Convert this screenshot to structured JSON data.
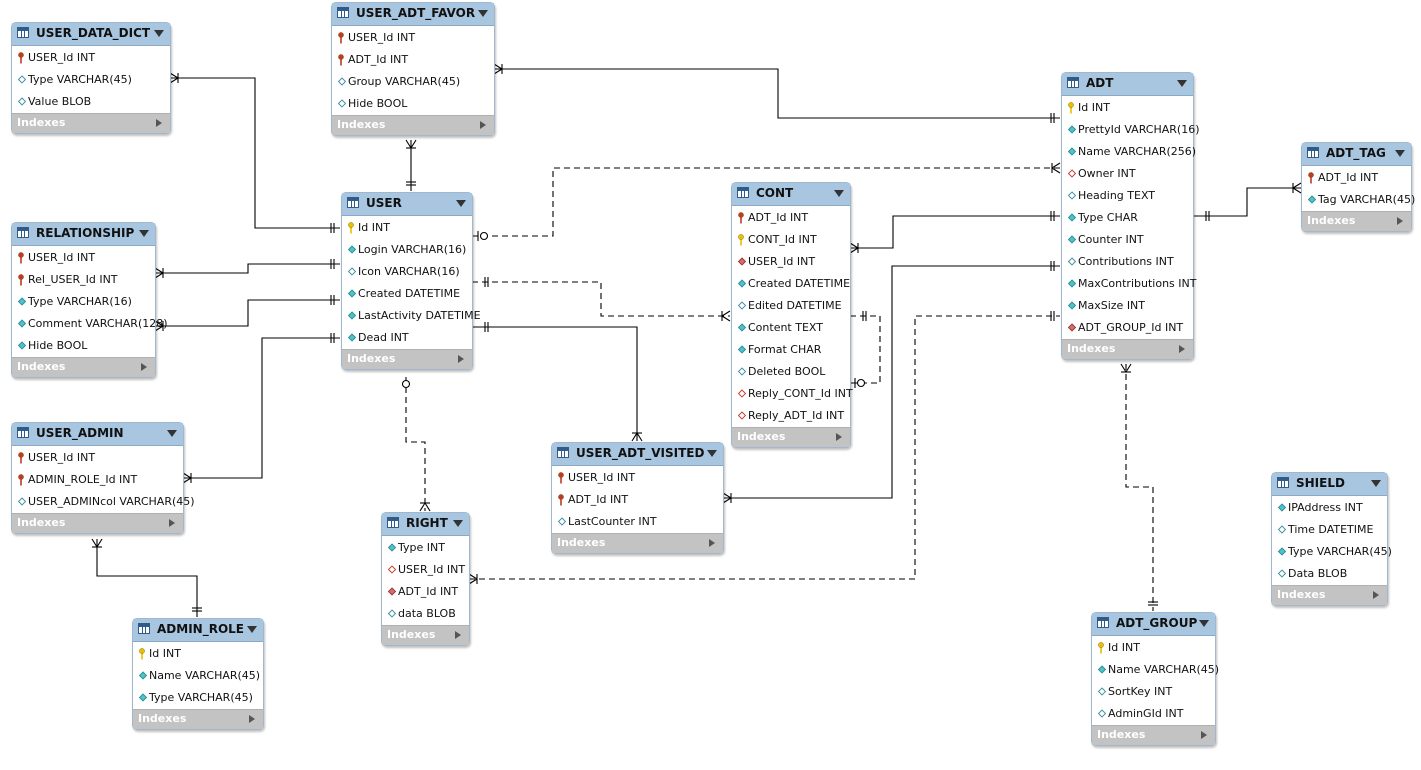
{
  "indexes_label": "Indexes",
  "colors": {
    "header_bg": "#a9c6e0",
    "indexes_bg": "#c3c3c3",
    "line": "#000000",
    "key_pk": "#e8c000",
    "key_fk": "#c0392b",
    "col_notnull": "#4fc3c8",
    "col_nullable": "#ffffff"
  },
  "tables": [
    {
      "id": "user_data_dict",
      "name": "USER_DATA_DICT",
      "columns": [
        {
          "text": "USER_Id INT",
          "icon": "fk-key-icon"
        },
        {
          "text": "Type VARCHAR(45)",
          "icon": "nullable-column-icon"
        },
        {
          "text": "Value BLOB",
          "icon": "nullable-column-icon"
        }
      ]
    },
    {
      "id": "user_adt_favor",
      "name": "USER_ADT_FAVOR",
      "columns": [
        {
          "text": "USER_Id INT",
          "icon": "fk-key-icon"
        },
        {
          "text": "ADT_Id INT",
          "icon": "fk-key-icon"
        },
        {
          "text": "Group VARCHAR(45)",
          "icon": "nullable-column-icon"
        },
        {
          "text": "Hide BOOL",
          "icon": "nullable-column-icon"
        }
      ]
    },
    {
      "id": "adt",
      "name": "ADT",
      "columns": [
        {
          "text": "Id INT",
          "icon": "primary-key-icon"
        },
        {
          "text": "PrettyId VARCHAR(16)",
          "icon": "not-null-column-icon"
        },
        {
          "text": "Name VARCHAR(256)",
          "icon": "not-null-column-icon"
        },
        {
          "text": "Owner INT",
          "icon": "fk-column-icon"
        },
        {
          "text": "Heading TEXT",
          "icon": "nullable-column-icon"
        },
        {
          "text": "Type CHAR",
          "icon": "not-null-column-icon"
        },
        {
          "text": "Counter INT",
          "icon": "not-null-column-icon"
        },
        {
          "text": "Contributions INT",
          "icon": "nullable-column-icon"
        },
        {
          "text": "MaxContributions INT",
          "icon": "not-null-column-icon"
        },
        {
          "text": "MaxSize INT",
          "icon": "not-null-column-icon"
        },
        {
          "text": "ADT_GROUP_Id INT",
          "icon": "fk-notnull-column-icon"
        }
      ]
    },
    {
      "id": "adt_tag",
      "name": "ADT_TAG",
      "columns": [
        {
          "text": "ADT_Id INT",
          "icon": "fk-key-icon"
        },
        {
          "text": "Tag VARCHAR(45)",
          "icon": "not-null-column-icon"
        }
      ]
    },
    {
      "id": "relationship",
      "name": "RELATIONSHIP",
      "columns": [
        {
          "text": "USER_Id INT",
          "icon": "fk-key-icon"
        },
        {
          "text": "Rel_USER_Id INT",
          "icon": "fk-key-icon"
        },
        {
          "text": "Type VARCHAR(16)",
          "icon": "not-null-column-icon"
        },
        {
          "text": "Comment VARCHAR(128)",
          "icon": "not-null-column-icon"
        },
        {
          "text": "Hide BOOL",
          "icon": "not-null-column-icon"
        }
      ]
    },
    {
      "id": "user",
      "name": "USER",
      "columns": [
        {
          "text": "Id INT",
          "icon": "primary-key-icon"
        },
        {
          "text": "Login VARCHAR(16)",
          "icon": "not-null-column-icon"
        },
        {
          "text": "Icon VARCHAR(16)",
          "icon": "nullable-column-icon"
        },
        {
          "text": "Created DATETIME",
          "icon": "not-null-column-icon"
        },
        {
          "text": "LastActivity DATETIME",
          "icon": "not-null-column-icon"
        },
        {
          "text": "Dead INT",
          "icon": "not-null-column-icon"
        }
      ]
    },
    {
      "id": "cont",
      "name": "CONT",
      "columns": [
        {
          "text": "ADT_Id INT",
          "icon": "fk-key-icon"
        },
        {
          "text": "CONT_Id INT",
          "icon": "primary-key-icon"
        },
        {
          "text": "USER_Id INT",
          "icon": "fk-notnull-column-icon"
        },
        {
          "text": "Created DATETIME",
          "icon": "not-null-column-icon"
        },
        {
          "text": "Edited DATETIME",
          "icon": "nullable-column-icon"
        },
        {
          "text": "Content TEXT",
          "icon": "not-null-column-icon"
        },
        {
          "text": "Format CHAR",
          "icon": "not-null-column-icon"
        },
        {
          "text": "Deleted BOOL",
          "icon": "nullable-column-icon"
        },
        {
          "text": "Reply_CONT_Id INT",
          "icon": "fk-column-icon"
        },
        {
          "text": "Reply_ADT_Id INT",
          "icon": "fk-column-icon"
        }
      ]
    },
    {
      "id": "user_admin",
      "name": "USER_ADMIN",
      "columns": [
        {
          "text": "USER_Id INT",
          "icon": "fk-key-icon"
        },
        {
          "text": "ADMIN_ROLE_Id INT",
          "icon": "fk-key-icon"
        },
        {
          "text": "USER_ADMINcol VARCHAR(45)",
          "icon": "nullable-column-icon"
        }
      ]
    },
    {
      "id": "user_adt_visited",
      "name": "USER_ADT_VISITED",
      "columns": [
        {
          "text": "USER_Id INT",
          "icon": "fk-key-icon"
        },
        {
          "text": "ADT_Id INT",
          "icon": "fk-key-icon"
        },
        {
          "text": "LastCounter INT",
          "icon": "nullable-column-icon"
        }
      ]
    },
    {
      "id": "right",
      "name": "RIGHT",
      "columns": [
        {
          "text": "Type INT",
          "icon": "not-null-column-icon"
        },
        {
          "text": "USER_Id INT",
          "icon": "fk-column-icon"
        },
        {
          "text": "ADT_Id INT",
          "icon": "fk-notnull-column-icon"
        },
        {
          "text": "data BLOB",
          "icon": "nullable-column-icon"
        }
      ]
    },
    {
      "id": "shield",
      "name": "SHIELD",
      "columns": [
        {
          "text": "IPAddress INT",
          "icon": "not-null-column-icon"
        },
        {
          "text": "Time DATETIME",
          "icon": "nullable-column-icon"
        },
        {
          "text": "Type VARCHAR(45)",
          "icon": "not-null-column-icon"
        },
        {
          "text": "Data BLOB",
          "icon": "nullable-column-icon"
        }
      ]
    },
    {
      "id": "admin_role",
      "name": "ADMIN_ROLE",
      "columns": [
        {
          "text": "Id INT",
          "icon": "primary-key-icon"
        },
        {
          "text": "Name VARCHAR(45)",
          "icon": "not-null-column-icon"
        },
        {
          "text": "Type VARCHAR(45)",
          "icon": "not-null-column-icon"
        }
      ]
    },
    {
      "id": "adt_group",
      "name": "ADT_GROUP",
      "columns": [
        {
          "text": "Id INT",
          "icon": "primary-key-icon"
        },
        {
          "text": "Name VARCHAR(45)",
          "icon": "not-null-column-icon"
        },
        {
          "text": "SortKey INT",
          "icon": "nullable-column-icon"
        },
        {
          "text": "AdminGId INT",
          "icon": "nullable-column-icon"
        }
      ]
    }
  ]
}
